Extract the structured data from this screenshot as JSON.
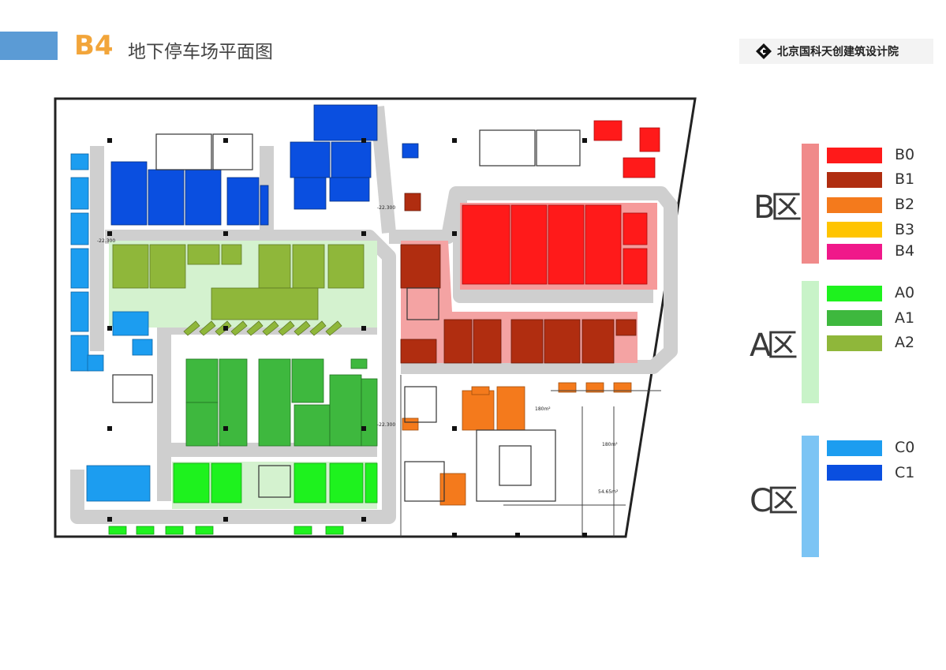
{
  "header": {
    "code": "B4",
    "title": "地下停车场平面图",
    "bar_color": "#5b9bd5"
  },
  "logo": {
    "text": "北京国科天创建筑设计院"
  },
  "plan_labels": {
    "elevation_a": "-22.300",
    "elevation_b": "-22.300",
    "elevation_c": "-22.300",
    "area_1": "180m²",
    "area_2": "54.65m²",
    "area_3": "180m²"
  },
  "legend": {
    "zones": [
      {
        "name": "B区",
        "bar_color": "#f08a8a",
        "items": [
          {
            "label": "B0",
            "color": "#ff1a1a"
          },
          {
            "label": "B1",
            "color": "#b02d10"
          },
          {
            "label": "B2",
            "color": "#f47a1c"
          },
          {
            "label": "B3",
            "color": "#ffc400"
          },
          {
            "label": "B4",
            "color": "#f0188a"
          }
        ]
      },
      {
        "name": "A区",
        "bar_color": "#c8f3c8",
        "items": [
          {
            "label": "A0",
            "color": "#1ef21e"
          },
          {
            "label": "A1",
            "color": "#3eb83e"
          },
          {
            "label": "A2",
            "color": "#8fb73a"
          }
        ]
      },
      {
        "name": "C区",
        "bar_color": "#7cc4f4",
        "items": [
          {
            "label": "C0",
            "color": "#1c9df0"
          },
          {
            "label": "C1",
            "color": "#0a4fe0"
          }
        ]
      }
    ]
  }
}
